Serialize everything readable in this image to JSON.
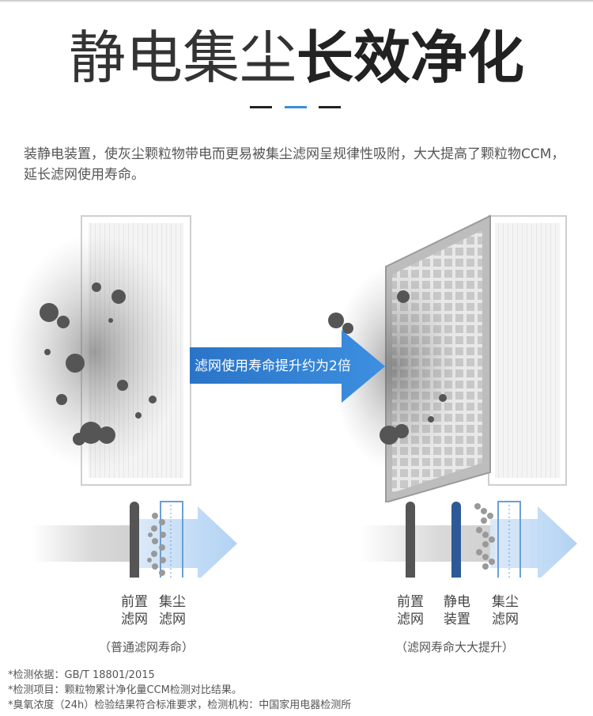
{
  "headline": {
    "light": "静电集尘",
    "bold": "长效净化"
  },
  "intro": "装静电装置，使灰尘颗粒物带电而更易被集尘滤网呈规律性吸附，大大提高了颗粒物CCM，延长滤网使用寿命。",
  "arrow_label": "滤网使用寿命提升约为2倍",
  "left_diagram": {
    "label_a_line1": "前置",
    "label_a_line2": "滤网",
    "label_b_line1": "集尘",
    "label_b_line2": "滤网",
    "caption": "（普通滤网寿命）"
  },
  "right_diagram": {
    "label_a_line1": "前置",
    "label_a_line2": "滤网",
    "label_b_line1": "静电",
    "label_b_line2": "装置",
    "label_c_line1": "集尘",
    "label_c_line2": "滤网",
    "caption": "（滤网寿命大大提升）"
  },
  "footnotes": [
    "*检测依据：GB/T 18801/2015",
    "*检测项目：颗粒物累计净化量CCM检测对比结果。",
    "*臭氧浓度（24h）检验结果符合标准要求，检测机构：中国家用电器检测所"
  ],
  "colors": {
    "accent": "#3a8fd8",
    "arrow": "#2f7fd0",
    "dark": "#222222"
  }
}
